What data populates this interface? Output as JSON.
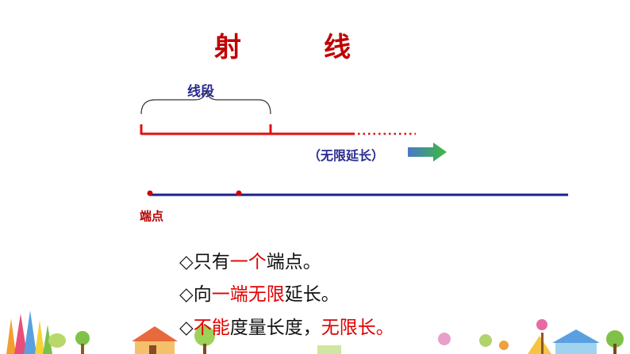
{
  "title": {
    "part1": "射",
    "part2": "线"
  },
  "diagram": {
    "segment_label": "线段",
    "extend_label": "（无限延长）",
    "endpoint_label": "端点"
  },
  "bullets": [
    {
      "marker": "◇",
      "parts": [
        {
          "text": "只有",
          "red": false
        },
        {
          "text": "一个",
          "red": true
        },
        {
          "text": "端点。",
          "red": false
        }
      ]
    },
    {
      "marker": "◇",
      "parts": [
        {
          "text": "向",
          "red": false
        },
        {
          "text": "一端无限",
          "red": true
        },
        {
          "text": "延长。",
          "red": false
        }
      ]
    },
    {
      "marker": "◇",
      "parts": [
        {
          "text": "不能",
          "red": true
        },
        {
          "text": "度量长度，",
          "red": false
        },
        {
          "text": "无限长。",
          "red": true
        }
      ]
    }
  ],
  "colors": {
    "title": "#c00000",
    "ray_red": "#e01010",
    "ray_blue": "#1b1f8f",
    "arrow_green": "#3dbb3d",
    "arrow_blue": "#4a78c8"
  }
}
